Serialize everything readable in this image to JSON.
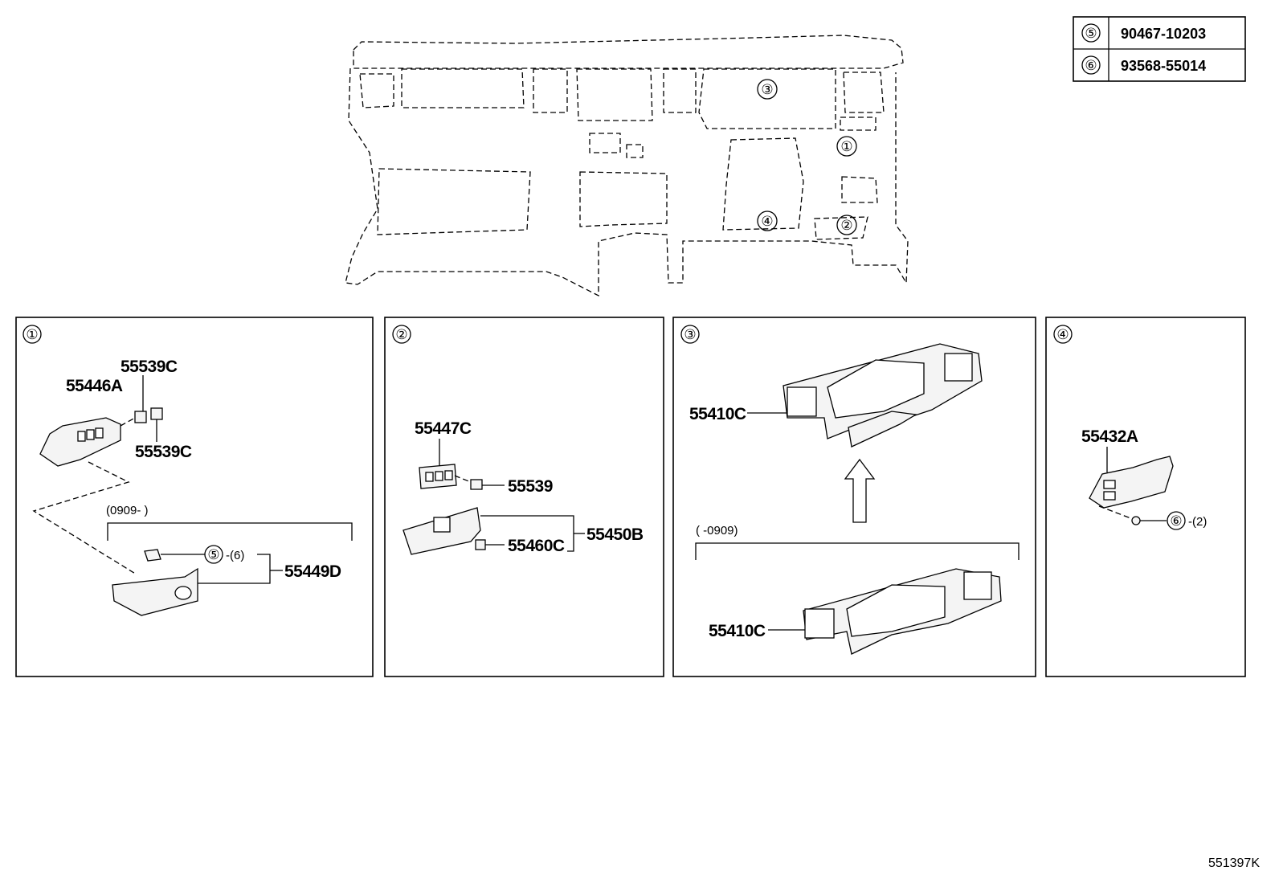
{
  "legend_table": [
    {
      "ref": "⑤",
      "part_number": "90467-10203"
    },
    {
      "ref": "⑥",
      "part_number": "93568-55014"
    }
  ],
  "overview": {
    "callouts": [
      "③",
      "①",
      "④",
      "②"
    ]
  },
  "panels": {
    "p1": {
      "ref": "①",
      "labels": {
        "a": "55539C",
        "b": "55446A",
        "c": "55539C",
        "d": "55449D"
      },
      "date_range": "(0909-    )",
      "fastener_ref": "⑤",
      "fastener_qty": "-(6)"
    },
    "p2": {
      "ref": "②",
      "labels": {
        "a": "55447C",
        "b": "55539",
        "c": "55460C",
        "d": "55450B"
      }
    },
    "p3": {
      "ref": "③",
      "labels": {
        "a": "55410C",
        "b": "55410C"
      },
      "date_range": "(    -0909)"
    },
    "p4": {
      "ref": "④",
      "labels": {
        "a": "55432A"
      },
      "fastener_ref": "⑥",
      "fastener_qty": "-(2)"
    }
  },
  "diagram_code": "551397K"
}
